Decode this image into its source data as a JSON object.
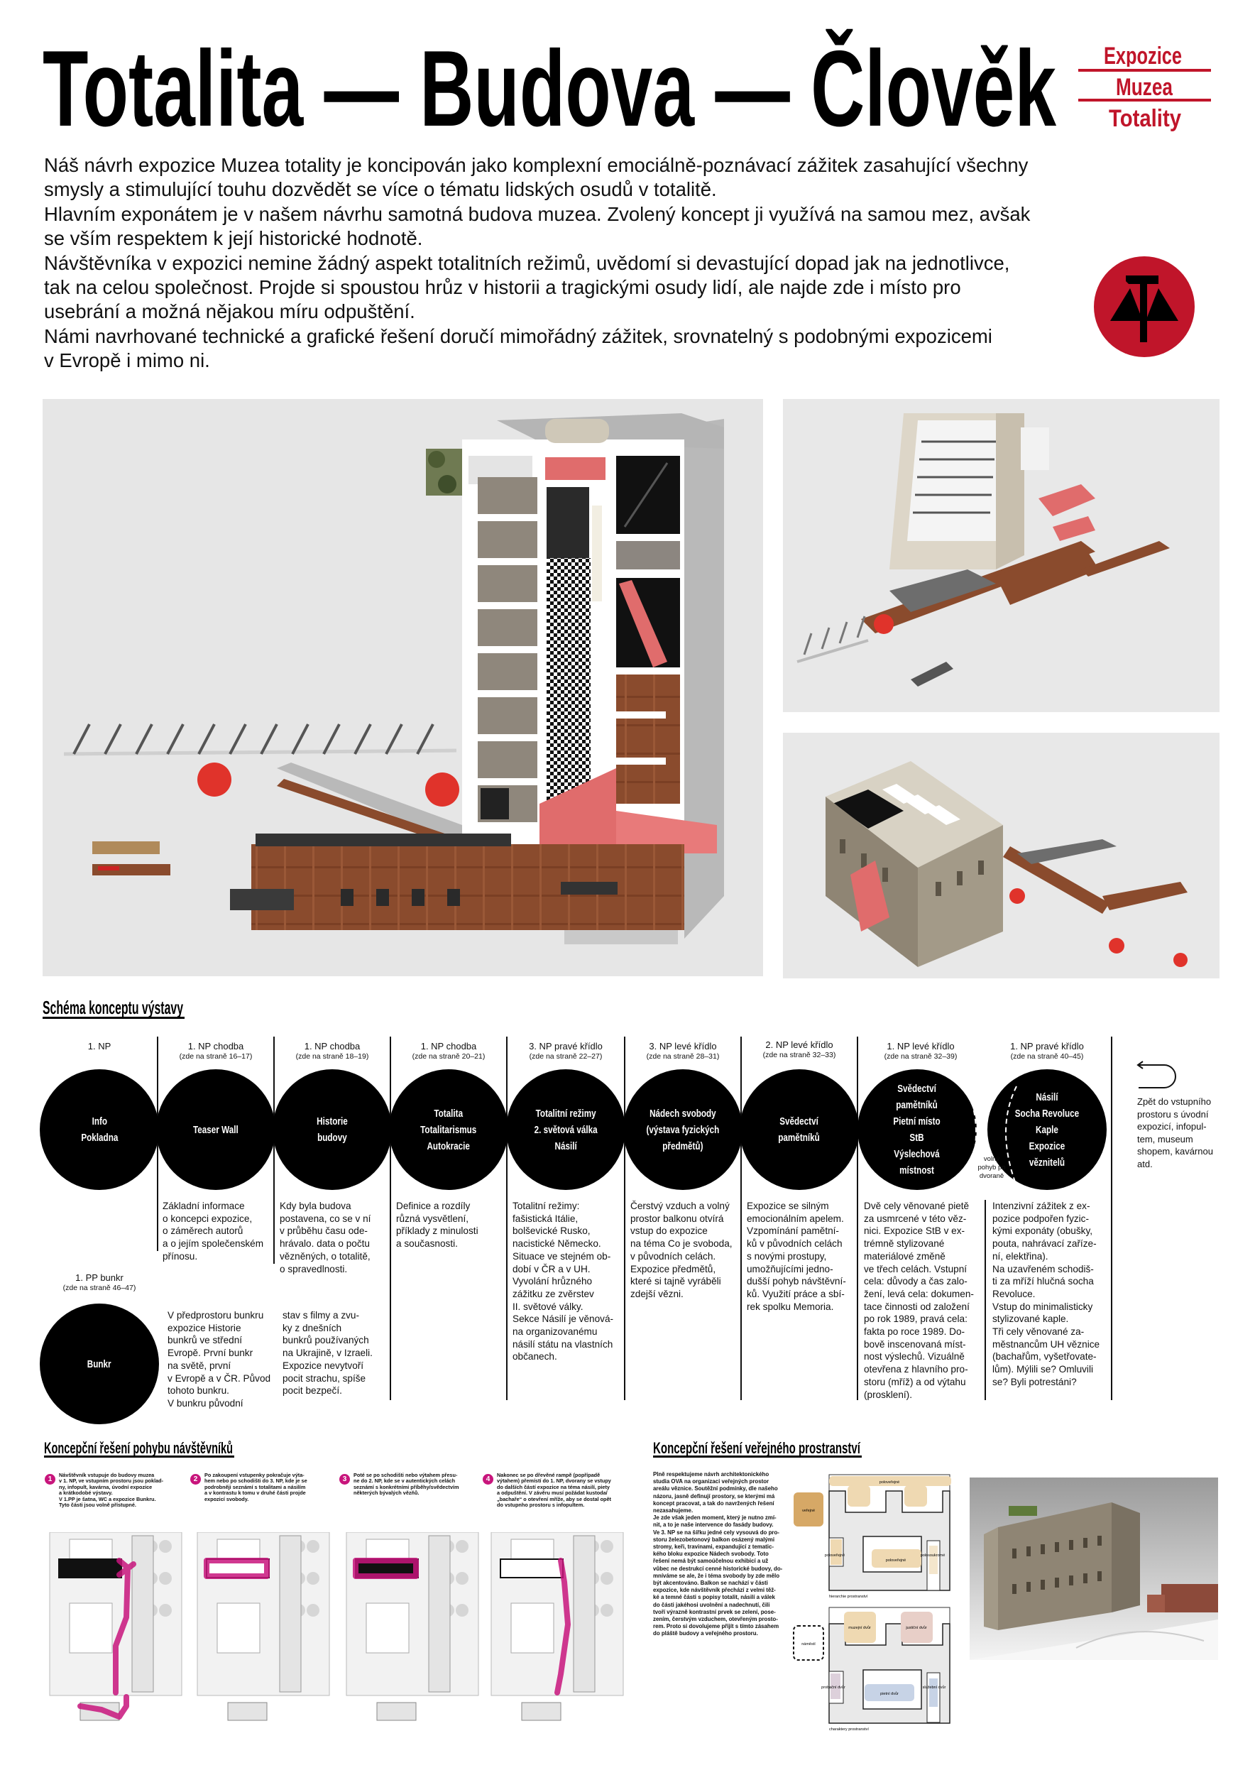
{
  "header": {
    "title": "Totalita — Budova — Člověk",
    "logo_words": [
      "Expozice",
      "Muzea",
      "Totality"
    ],
    "logo_icon": "hammer-mountains-emblem-icon",
    "intro": "Náš návrh expozice Muzea totality je koncipován jako komplexní emociálně-poznávací zážitek zasahující všechny\nsmysly a stimulující touhu dozvědět se více o tématu lidských osudů v totalitě.\nHlavním exponátem je v našem návrhu samotná budova muzea. Zvolený koncept ji využívá na samou mez, avšak\nse vším respektem k její historické hodnotě.\nNávštěvníka v expozici nemine žádný aspekt totalitních režimů, uvědomí si devastující dopad jak na jednotlivce,\ntak na celou společnost. Projde si spoustou hrůz v historii a tragickými osudy lidí, ale najde zde i místo pro\nusebrání a možná nějakou míru odpuštění.\nNámi navrhované technické a grafické řešení doručí mimořádný zážitek, srovnatelný s podobnými expozicemi\nv Evropě i mimo ni."
  },
  "colors": {
    "brand_red": "#c0152a",
    "path_magenta": "#c8157c",
    "wood": "#8a4b2d",
    "salmon": "#e46c6c"
  },
  "schema": {
    "heading": "Schéma konceptu výstavy",
    "columns": [
      {
        "floor": "1. NP",
        "pages": "",
        "circle": "Info\nPokladna",
        "desc": ""
      },
      {
        "floor": "1. NP chodba",
        "pages": "(zde na straně 16–17)",
        "circle": "Teaser Wall",
        "desc": "Základní informace\no koncepci expozice,\no záměrech autorů\na o jejím společenském\npřínosu."
      },
      {
        "floor": "1. NP chodba",
        "pages": "(zde na straně 18–19)",
        "circle": "Historie\nbudovy",
        "desc": "Kdy byla budova\npostavena, co se v ní\nv průběhu času ode-\nhrávalo. data o počtu\nvězněných, o totalitě,\no spravedlnosti."
      },
      {
        "floor": "1. NP chodba",
        "pages": "(zde na straně 20–21)",
        "circle": "Totalita\nTotalitarismus\nAutokracie",
        "desc": "Definice a rozdíly\nrůzná vysvětlení,\npříklady z minulosti\na současnosti."
      },
      {
        "floor": "3. NP pravé křídlo",
        "pages": "(zde na straně 22–27)",
        "circle": "Totalitní režimy\n2. světová válka\nNásilí",
        "desc": "Totalitní režimy:\nfašistická Itálie,\nbolševické Rusko,\nnacistické Německo.\nSituace ve stejném ob-\ndobí v ČR a v UH.\nVyvolání hrůzného\nzážitku ze zvěrstev\nII. světové války.\nSekce Násilí je věnová-\nna organizovanému\nnásilí státu na vlastních\nobčanech."
      },
      {
        "floor": "3. NP levé křídlo",
        "pages": "(zde na straně 28–31)",
        "circle": "Nádech svobody\n(výstava fyzických\npředmětů)",
        "desc": "Čerstvý vzduch a volný\nprostor balkonu otvírá\nvstup do expozice\nna téma Co je svoboda,\nv původních celách.\nExpozice předmětů,\nkteré si tajně vyráběli\nzdejší vězni."
      },
      {
        "floor": "2. NP levé křídlo",
        "pages": "(zde na straně 32–33)",
        "circle": "Svědectví\npamětníků",
        "desc": "Expozice se silným\nemocionálním apelem.\nVzpomínání pamětní-\nků v původních celách\ns novými prostupy,\numožňujícími jedno-\ndušší pohyb návštěvní-\nků. Využití práce a sbí-\nrek spolku Memoria."
      },
      {
        "floor": "1. NP levé křídlo",
        "pages": "(zde na straně 32–39)",
        "circle": "Svědectví\npamětníků\nPietní místo\nStB\nVýslechová\nmístnost",
        "desc": "Dvě cely věnované pietě\nza usmrcené v této věz-\nnici. Expozice StB v ex-\ntrémně stylizované\nmateriálové změně\nve třech celách. Vstupní\ncela: důvody a čas zalo-\nžení, levá cela: dokumen-\ntace činnosti od založení\npo rok 1989, pravá cela:\nfakta po roce 1989. Do-\nbově inscenovaná míst-\nnost výslechů. Vizuálně\notevřena z hlavního pro-\nstoru (mříž) a od výtahu\n(prosklení)."
      },
      {
        "floor": "1. NP pravé křídlo",
        "pages": "(zde na straně 40–45)",
        "circle": "Násilí\nSocha Revoluce\nKaple\nExpozice\nvěznitelů",
        "desc": "Intenzivní zážitek z ex-\npozice podpořen fyzic-\nkými exponáty (obušky,\npouta, nahrávací zaříze-\nní, elektřina).\nNa uzavřeném schodiš-\nti za mříží hlučná socha\nRevoluce.\nVstup do minimalisticky\nstylizované kaple.\nTři cely věnované za-\nměstnancům UH věznice\n(bachařům, vyšetřovate-\nlům). Mýlili se? Omluvili\nse? Byli potrestáni?"
      }
    ],
    "free_movement_note": "volný\npohyb po\ndvoraně",
    "return_note": "Zpět do vstupního\nprostoru s úvodní\nexpozicí, infopul-\ntem, museum\nshopem, kavárnou\natd.",
    "bunker": {
      "floor": "1. PP bunkr",
      "pages": "(zde na straně 46–47)",
      "circle": "Bunkr",
      "desc_col1": "V předprostoru bunkru\nexpozice Historie\nbunkrů ve střední\nEvropě. První bunkr\nna světě, první\nv Evropě a v ČR. Původ\ntohoto bunkru.\nV bunkru původní",
      "desc_col2": "stav s filmy a zvu-\nky z dnešních\nbunkrů používaných\nna Ukrajině, v Izraeli.\nExpozice nevytvoří\npocit strachu, spíše\npocit bezpečí."
    }
  },
  "movement": {
    "heading": "Koncepční řešení pohybu návštěvníků",
    "steps": [
      {
        "num": "1",
        "text": "Návštěvník vstupuje do budovy muzea\nv 1. NP, ve vstupním prostoru jsou poklad-\nny, infopult, kavárna, úvodní expozice\na krátkodobé výstavy.\nV 1.PP je šatna, WC a expozice Bunkru.\nTyto části jsou volně přístupné."
      },
      {
        "num": "2",
        "text": "Po zakoupení vstupenky pokračuje výta-\nhem nebo po schodišti do 3. NP, kde je se\npodrobněji seznámí s totalitami a násilím\na v kontrastu k tomu v druhé části projde\nexpozicí svobody."
      },
      {
        "num": "3",
        "text": "Poté se po schodišti nebo výtahem přesu-\nne do 2. NP, kde se v autentických celách\nseznámí s konkrétními příběhy/svědectvím\nněkterých bývalých vězňů."
      },
      {
        "num": "4",
        "text": "Nakonec se po dřevěné rampě (popřípadě\nvýtahem) přemístí do 1. NP, dvorany se vstupy\ndo dalších částí expozice na téma násilí, piety\na odpuštění. V závěru musí požádat kustoda/\n„bachaře“ o otevření mříže, aby se dostal opět\ndo vstupnho prostoru s infopultem."
      }
    ]
  },
  "public_space": {
    "heading": "Koncepční řešení veřejného prostranství",
    "text": "Plně respektujeme návrh architektonického\nstudia OVA na organizaci veřejných prostor\nareálu věznice. Soutěžní podmínky, dle našeho\nnázoru, jasně definují prostory, se kterými má\nkoncept pracovat, a tak do navržených řešení\nnezasahujeme.\nJe zde však jeden moment, který je nutno zmí-\nnit, a to je naše intervence do fasády budovy.\nVe 3. NP se na šířku jedné cely vysouvá do pro-\nstoru železobetonový balkon osázený malými\nstromy, keři, travinami, expandující z tematic-\nkého bloku expozice Nádech svobody. Toto\nřešení nemá být samoúčelnou exhibicí a už\nvůbec ne destrukcí cenné historické budovy, do-\nmníváme se ale, že i téma svobody by zde mělo\nbýt akcentováno. Balkon se nachází v části\nexpozice, kde návštěvník přechází z velmi těž-\nké a temné části s popisy totalit, násilí a válek\ndo části jakéhosi uvolnění a nadechnutí, čili\ntvoří výrazně kontrastní prvek se zelení, pose-\nzením, čerstvým vzduchem, otevřeným prosto-\nrem. Proto si dovolujeme přijít s tímto zásahem\ndo pláště budovy a veřejného prostoru.",
    "hierarchy": {
      "caption": "hierarchie prostranství",
      "labels": {
        "public": "veřejné",
        "semi_public_top": "poloveřejné",
        "semi_public_left": "poloveřejné",
        "semi_public_center": "poloveřejné",
        "semi_private": "polosoukromé"
      }
    },
    "characters": {
      "caption": "charaktery prostranství",
      "labels": {
        "square": "náměstí",
        "museum_yard": "muzejní dvůr",
        "justice_yard": "justiční dvůr",
        "probation_yard": "probační dvůr",
        "memorial_yard": "pietní dvůr",
        "service_yard": "služební dvůr"
      }
    }
  }
}
